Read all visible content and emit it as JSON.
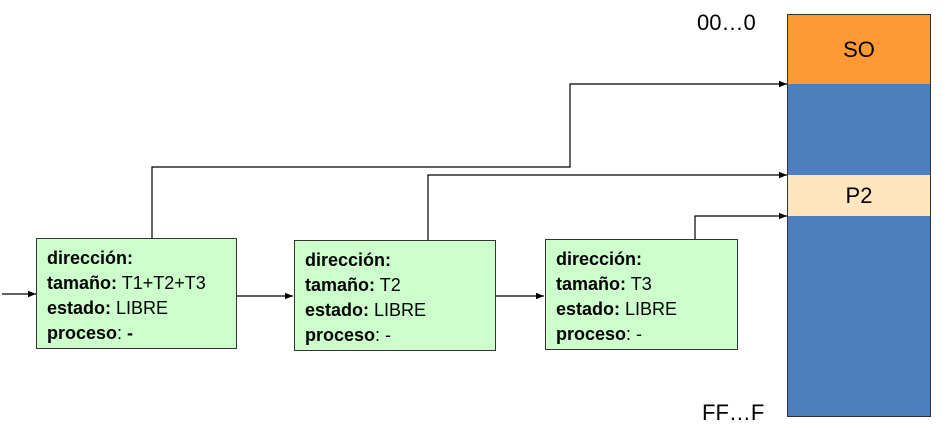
{
  "memory": {
    "top_address": "00…0",
    "bottom_address": "FF…F",
    "blocks": [
      {
        "label": "SO",
        "color": "#ff9933"
      },
      {
        "label": "",
        "color": "#4d7fbf"
      },
      {
        "label": "P2",
        "color": "#ffe6bf"
      },
      {
        "label": "",
        "color": "#4d7fbf"
      }
    ]
  },
  "nodes": [
    {
      "k_dir": "dirección:",
      "k_size": "tamaño:",
      "v_size": "T1+T2+T3",
      "k_state": "estado:",
      "v_state": "LIBRE",
      "k_proc": "proceso",
      "sep": ": ",
      "v_proc": "-"
    },
    {
      "k_dir": "dirección:",
      "k_size": "tamaño:",
      "v_size": "T2",
      "k_state": "estado:",
      "v_state": "LIBRE",
      "k_proc": "proceso",
      "sep": ": ",
      "v_proc": "-"
    },
    {
      "k_dir": "dirección:",
      "k_size": "tamaño:",
      "v_size": "T3",
      "k_state": "estado:",
      "v_state": "LIBRE",
      "k_proc": "proceso",
      "sep": ": ",
      "v_proc": "-"
    }
  ],
  "colors": {
    "node_fill": "#ccffcc",
    "line": "#000000"
  }
}
